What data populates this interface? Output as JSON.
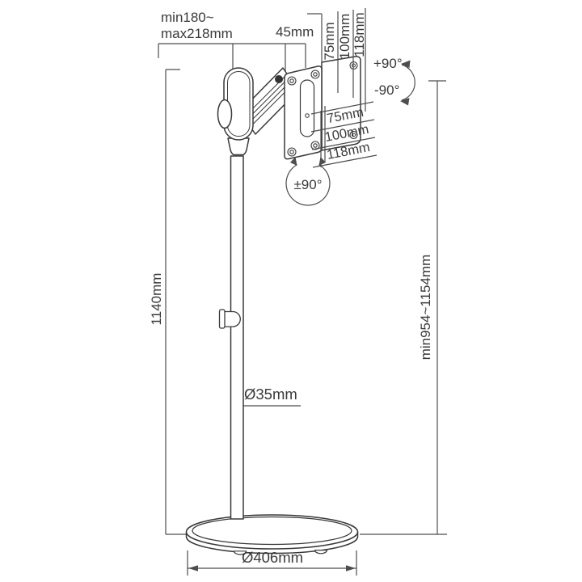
{
  "diagram": {
    "labels": {
      "arm_range_line1": "min180~",
      "arm_range_line2": "max218mm",
      "offset_45": "45mm",
      "vesa_top": [
        "75mm",
        "100mm",
        "118mm"
      ],
      "vesa_side": [
        "75mm",
        "100mm",
        "118mm"
      ],
      "swivel_plus": "+90°",
      "swivel_minus": "-90°",
      "rotate_range": "±90°",
      "pole_height": "1140mm",
      "height_range": "min954~1154mm",
      "pole_diameter": "Ø35mm",
      "base_diameter": "Ø406mm"
    },
    "colors": {
      "drawing_line": "#383838",
      "dimension_line": "#4d4d4d",
      "text": "#3a3a3a",
      "background": "#ffffff"
    }
  }
}
